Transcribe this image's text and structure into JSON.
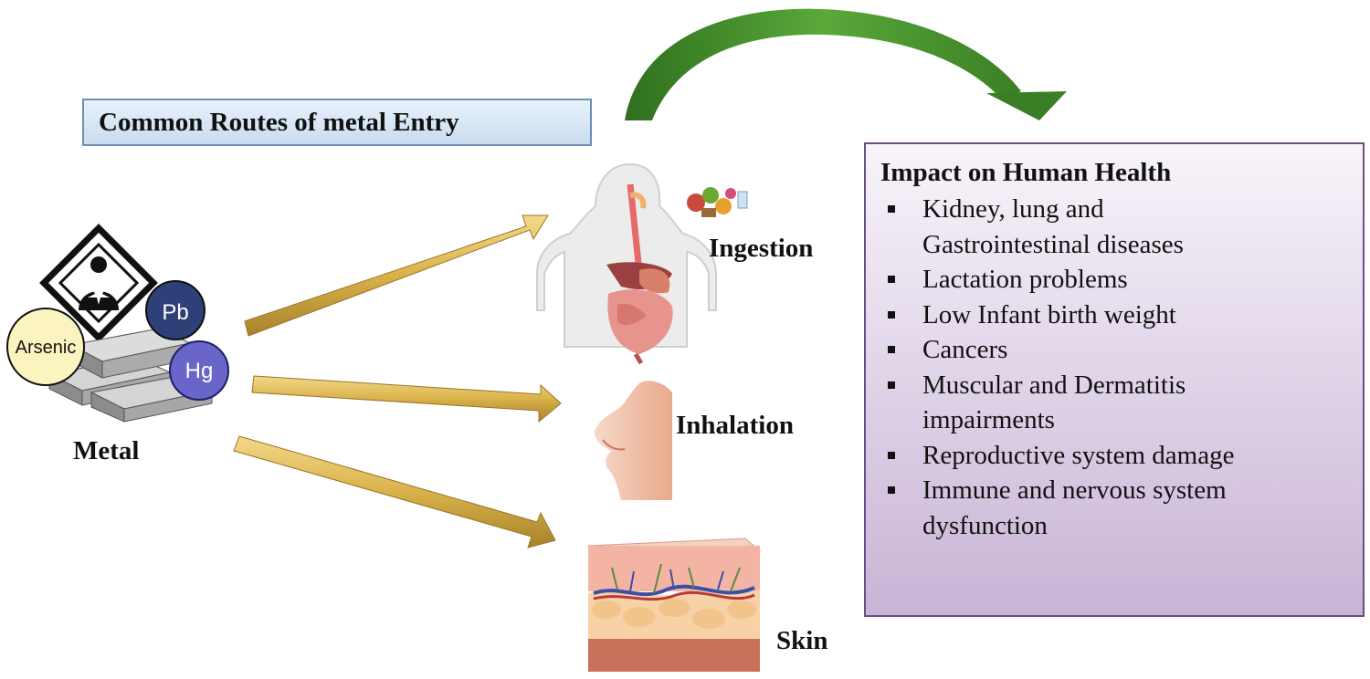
{
  "title": "Common Routes of metal Entry",
  "source": {
    "label": "Metal",
    "metals": [
      "Arsenic",
      "Pb",
      "Hg"
    ]
  },
  "routes": [
    {
      "label": "Ingestion",
      "icon": "digestive-system-icon"
    },
    {
      "label": "Inhalation",
      "icon": "nose-icon"
    },
    {
      "label": "Skin",
      "icon": "skin-layers-icon"
    }
  ],
  "impact": {
    "title": "Impact on Human Health",
    "items": [
      [
        "Kidney, lung and",
        "Gastrointestinal diseases"
      ],
      [
        "Lactation problems"
      ],
      [
        "Low Infant birth weight"
      ],
      [
        "Cancers"
      ],
      [
        "Muscular and Dermatitis",
        "impairments"
      ],
      [
        "Reproductive system damage"
      ],
      [
        "Immune and nervous system",
        "dysfunction"
      ]
    ]
  },
  "colors": {
    "arrow_gold": "#d9b24a",
    "arrow_green": "#3f8b2a",
    "title_box": "#c9dcf0",
    "impact_box": "#c8b4d6",
    "pb_circle": "#2f3f78",
    "hg_circle": "#6a66c9",
    "arsenic_circle": "#fbf3c0"
  }
}
